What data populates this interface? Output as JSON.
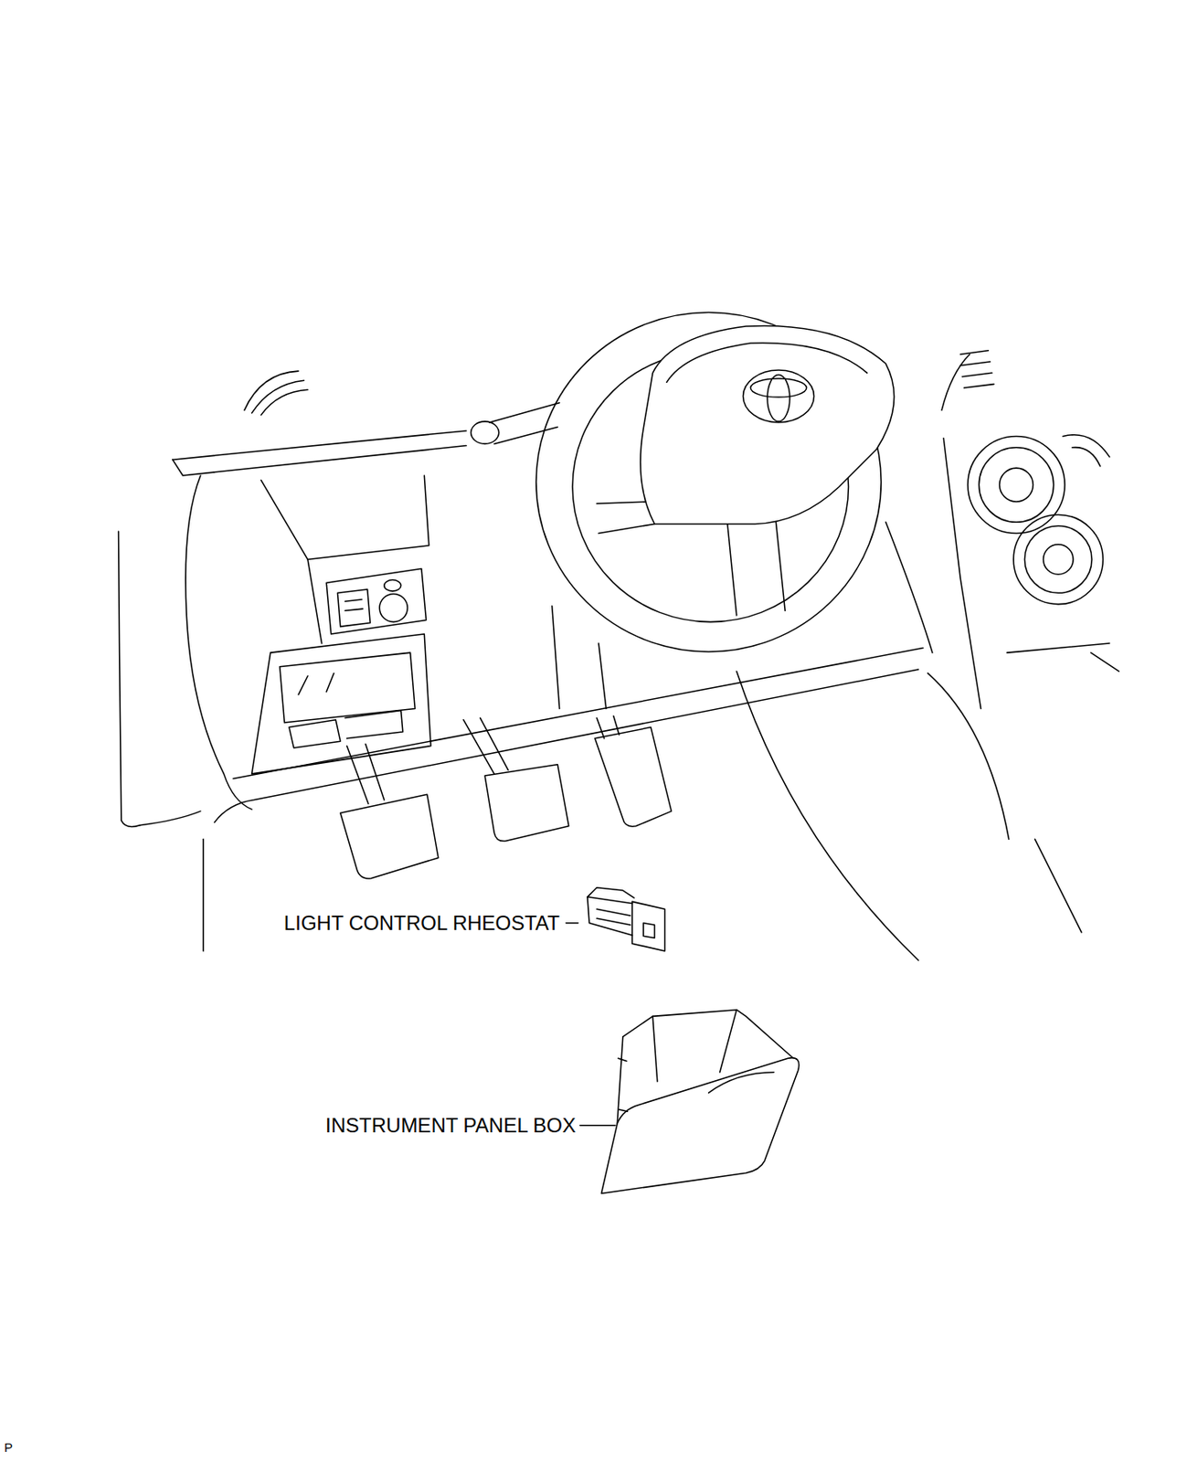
{
  "diagram": {
    "labels": [
      "LIGHT CONTROL RHEOSTAT",
      "INSTRUMENT PANEL BOX",
      "P"
    ]
  }
}
